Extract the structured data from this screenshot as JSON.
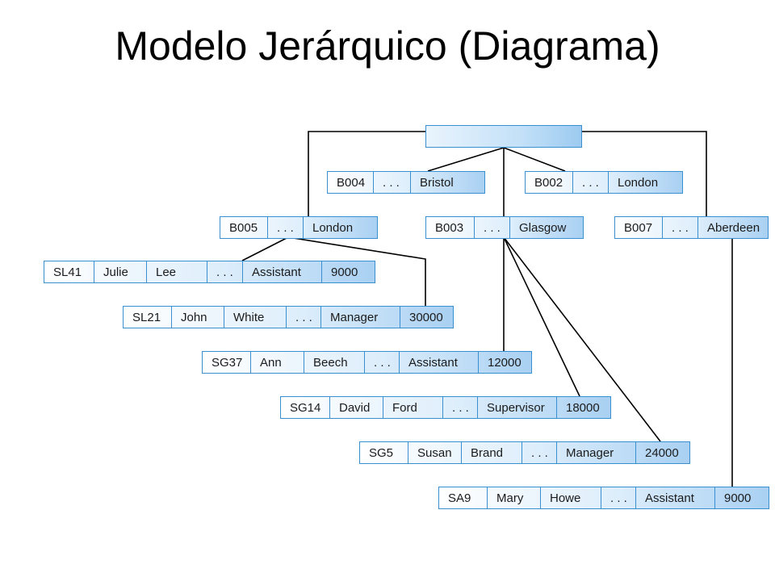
{
  "title": "Modelo Jerárquico (Diagrama)",
  "colors": {
    "border": "#3a8fd0",
    "fill_light": "#dcedfb",
    "fill_dark": "#a9d0f2",
    "line": "#000000"
  },
  "root": {},
  "branches": [
    {
      "id": "b004",
      "fields": [
        "B004",
        ". . .",
        "Bristol"
      ]
    },
    {
      "id": "b002",
      "fields": [
        "B002",
        ". . .",
        "London"
      ]
    },
    {
      "id": "b005",
      "fields": [
        "B005",
        ". . .",
        "London"
      ]
    },
    {
      "id": "b003",
      "fields": [
        "B003",
        ". . .",
        "Glasgow"
      ]
    },
    {
      "id": "b007",
      "fields": [
        "B007",
        ". . .",
        "Aberdeen"
      ]
    }
  ],
  "staff": [
    {
      "id": "sl41",
      "fields": [
        "SL41",
        "Julie",
        "Lee",
        ". . .",
        "Assistant",
        "9000"
      ]
    },
    {
      "id": "sl21",
      "fields": [
        "SL21",
        "John",
        "White",
        ". . .",
        "Manager",
        "30000"
      ]
    },
    {
      "id": "sg37",
      "fields": [
        "SG37",
        "Ann",
        "Beech",
        ". . .",
        "Assistant",
        "12000"
      ]
    },
    {
      "id": "sg14",
      "fields": [
        "SG14",
        "David",
        "Ford",
        ". . .",
        "Supervisor",
        "18000"
      ]
    },
    {
      "id": "sg5",
      "fields": [
        "SG5",
        "Susan",
        "Brand",
        ". . .",
        "Manager",
        "24000"
      ]
    },
    {
      "id": "sa9",
      "fields": [
        "SA9",
        "Mary",
        "Howe",
        ". . .",
        "Assistant",
        "9000"
      ]
    }
  ]
}
